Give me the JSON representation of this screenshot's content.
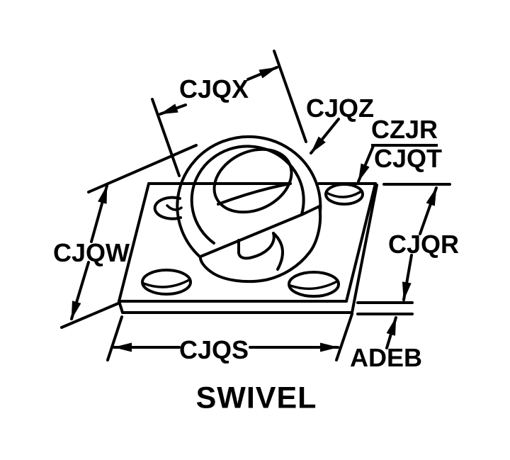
{
  "title": "SWIVEL",
  "figure": {
    "kind": "technical line drawing",
    "subject": "swivel ring mounted on rectangular base plate with four oval holes"
  },
  "colors": {
    "ink": "#000000",
    "background": "#ffffff"
  },
  "labels": {
    "cjqx": "CJQX",
    "cjqz": "CJQZ",
    "czjr": "CZJR",
    "cjqt": "CJQT",
    "cjqw": "CJQW",
    "cjqr": "CJQR",
    "cjqs": "CJQS",
    "adeb": "ADEB"
  }
}
